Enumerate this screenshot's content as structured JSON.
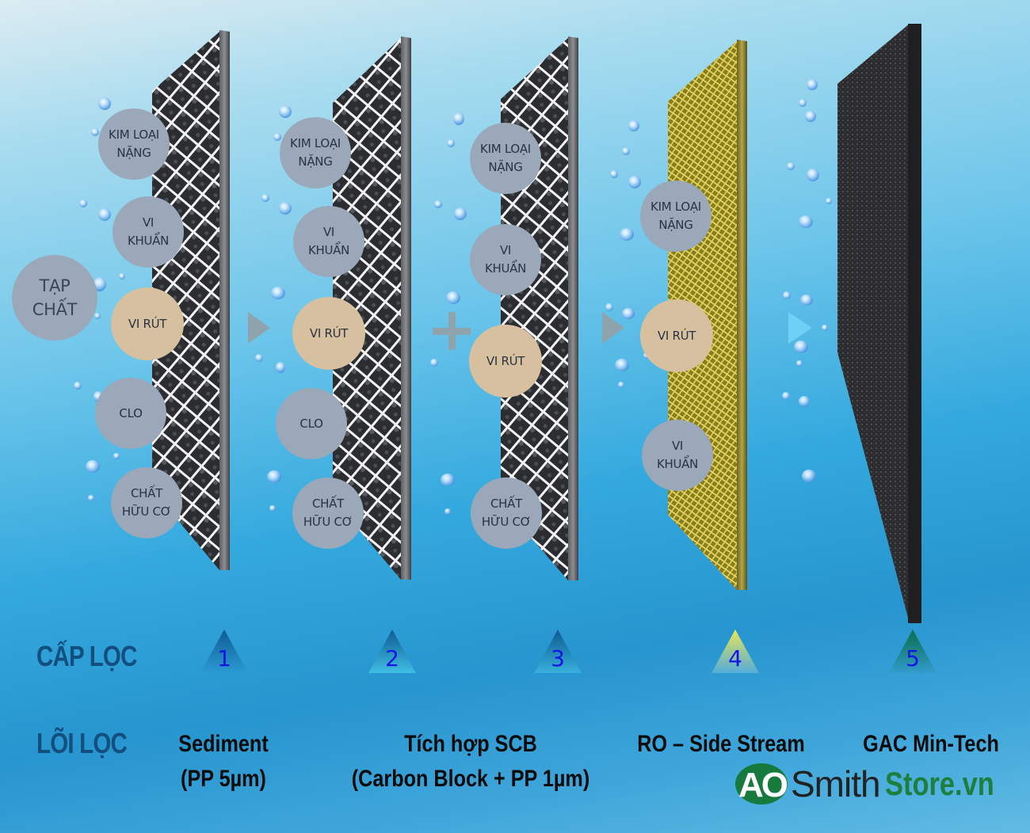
{
  "diagram": {
    "input_label": "TẠP\nCHẤT",
    "stages": [
      {
        "level": "1",
        "core_name": "Sediment\n(PP 5µm)",
        "material": "mesh",
        "removed": [
          {
            "text": "KIM LOẠI\nNẶNG",
            "type": "contaminant"
          },
          {
            "text": "VI\nKHUẨN",
            "type": "contaminant"
          },
          {
            "text": "VI RÚT",
            "type": "virus"
          },
          {
            "text": "CLO",
            "type": "contaminant"
          },
          {
            "text": "CHẤT\nHỮU CƠ",
            "type": "contaminant"
          }
        ]
      },
      {
        "level": "2",
        "core_name": "Tích hợp SCB\n(Carbon Block + PP 1µm)",
        "material": "mesh",
        "removed": [
          {
            "text": "KIM LOẠI\nNẶNG",
            "type": "contaminant"
          },
          {
            "text": "VI\nKHUẨN",
            "type": "contaminant"
          },
          {
            "text": "VI RÚT",
            "type": "virus"
          },
          {
            "text": "CLO",
            "type": "contaminant"
          },
          {
            "text": "CHẤT\nHỮU CƠ",
            "type": "contaminant"
          }
        ]
      },
      {
        "level": "3",
        "core_name": "",
        "material": "mesh",
        "removed": [
          {
            "text": "KIM LOẠI\nNẶNG",
            "type": "contaminant"
          },
          {
            "text": "VI\nKHUẨN",
            "type": "contaminant"
          },
          {
            "text": "VI RÚT",
            "type": "virus"
          },
          {
            "text": "CHẤT\nHỮU CƠ",
            "type": "contaminant"
          }
        ]
      },
      {
        "level": "4",
        "core_name": "RO – Side Stream",
        "material": "gold-membrane",
        "removed": [
          {
            "text": "KIM LOẠI\nNẶNG",
            "type": "contaminant"
          },
          {
            "text": "VI RÚT",
            "type": "virus"
          },
          {
            "text": "VI\nKHUẨN",
            "type": "contaminant"
          }
        ]
      },
      {
        "level": "5",
        "core_name": "GAC Min-Tech",
        "material": "carbon",
        "removed": []
      }
    ],
    "connectors": [
      "arrow",
      "plus",
      "arrow",
      "arrow"
    ]
  },
  "labels": {
    "level_row": "CẤP LỌC",
    "core_row": "LÕI LỌC"
  },
  "brand": {
    "ao": "AO",
    "smith": "Smith",
    "store": "Store.vn"
  },
  "colors": {
    "contaminant_bubble": "#9aa8ba",
    "virus_bubble": "#d7c0a0",
    "row_label": "#134f7e",
    "level_number": "#1414e6",
    "brand_green": "#157a3c",
    "connector_gray": "#8fa3ad",
    "final_arrow": "#6fd0f5"
  }
}
